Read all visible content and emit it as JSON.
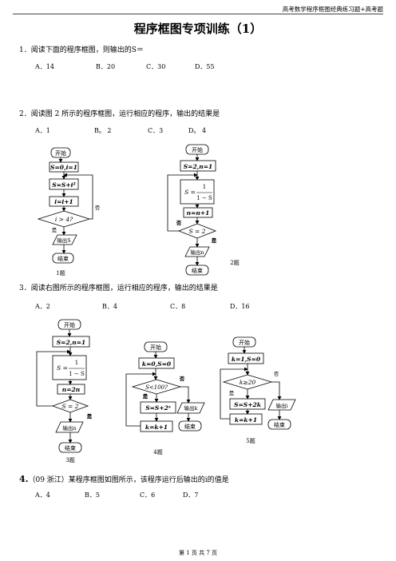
{
  "header": {
    "text": "高考数学程序框图经典练习题+高考题"
  },
  "title": "程序框图专项训练（1）",
  "q1": {
    "number": "1",
    "text": "．阅读下面的程序框图，则输出的S＝",
    "options": [
      "A．14",
      "B．20",
      "C．30",
      "D．55"
    ]
  },
  "q2": {
    "number": "2",
    "text": "．阅读图 2 所示的程序框图，运行相应的程序，输出的结果是",
    "options": [
      "A．1",
      "B。 2",
      "C．3",
      "D。 4"
    ]
  },
  "q3": {
    "number": "3",
    "text": "．阅读右图所示的程序框图，运行相应的程序，输出的结果是",
    "options": [
      "A．2",
      "B．4",
      "C．8",
      "D．16"
    ]
  },
  "q4": {
    "number": "4.",
    "text": "（09 浙江）某程序框图如图所示，该程序运行后输出的i的值是",
    "options": [
      "A．4",
      "B．5",
      "C．6",
      "D．7"
    ]
  },
  "fig1": {
    "start": "开始",
    "init": "S=0,i=1",
    "update": "S=S+i²",
    "incr": "i=i+1",
    "cond": "i > 4?",
    "no": "否",
    "yes": "是",
    "output": "输出S",
    "end": "结束",
    "caption": "1题"
  },
  "fig2": {
    "start": "开始",
    "init": "S=2,n=1",
    "assign": "S =",
    "num": "1",
    "den": "1 − S",
    "incr": "n=n+1",
    "cond": "S = 2",
    "no": "否",
    "yes": "是",
    "output": "输出n",
    "end": "结束",
    "caption": "2题"
  },
  "fig3": {
    "start": "开始",
    "init": "S=2,n=1",
    "assign": "S =",
    "num": "1",
    "den": "1 − S",
    "update": "n=2n",
    "cond": "S = 2",
    "yes": "是",
    "output": "输出n",
    "end": "结束",
    "caption": "3题"
  },
  "fig4": {
    "start": "开始",
    "init": "k=0,S=0",
    "cond": "S<100?",
    "no": "否",
    "yes": "是",
    "update": "S=S+2ˢ",
    "incr": "k=k+1",
    "output": "输出k",
    "end": "结束",
    "caption": "4题"
  },
  "fig5": {
    "start": "开始",
    "init": "k=1,S=0",
    "cond": "k≥20",
    "no": "否",
    "yes": "是",
    "update": "S=S+2k",
    "incr": "k=k+1",
    "output": "输出i",
    "end": "结束",
    "caption": "5题"
  },
  "footer": {
    "text": "第 1 页 共 7 页"
  }
}
